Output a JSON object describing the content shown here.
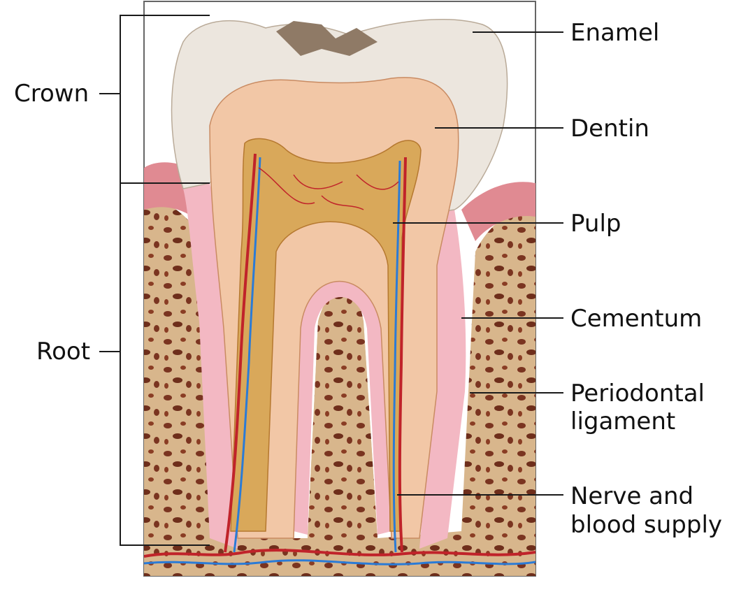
{
  "diagram": {
    "left_labels": {
      "crown": "Crown",
      "root": "Root"
    },
    "right_labels": {
      "enamel": "Enamel",
      "dentin": "Dentin",
      "pulp": "Pulp",
      "cementum": "Cementum",
      "periodontal_line1": "Periodontal",
      "periodontal_line2": "ligament",
      "nerve_line1": "Nerve and",
      "nerve_line2": "blood supply"
    }
  },
  "colors": {
    "enamel": "#ece6de",
    "dentin": "#f2c7a6",
    "pulp": "#d9a85a",
    "bone": "#d8b68c",
    "bone_spots": "#7a3420",
    "gum": "#e08a92",
    "ligament": "#f3b8c3",
    "blood": "#c0232a",
    "nerve": "#2b7bd6",
    "line": "#1a1a1a"
  }
}
